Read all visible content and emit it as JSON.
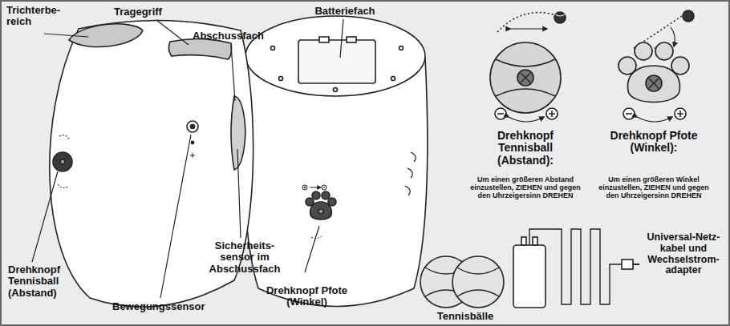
{
  "diagram": {
    "labels": [
      "Trichterbe- reich",
      "Tragegriff",
      "Abschussfach",
      "Batteriefach",
      "Sicherheits- sensor im Abschussfach",
      "Drehknopf Tennisball (Abstand)",
      "Bewegungssensor",
      "Drehknopf Pfote (Winkel)",
      "Tennisbälle",
      "Universal-Netz- kabel und Wechselstrom- adapter",
      "Drehknopf Tennisball (Abstand):",
      "Um einen größeren Abstand einzustellen, ZIEHEN und gegen den Uhrzeigersinn DREHEN",
      "Drehknopf Pfote (Winkel):",
      "Um einen größeren Winkel einzustellen, ZIEHEN und gegen den Uhrzeigersinn DREHEN"
    ]
  }
}
